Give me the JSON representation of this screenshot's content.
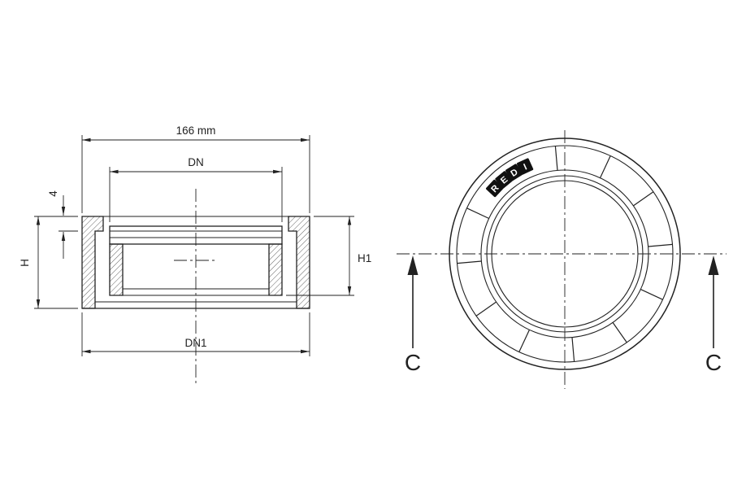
{
  "drawing": {
    "background": "#ffffff",
    "line_color": "#222222",
    "hatch_color": "#3a3a3a",
    "logo_bg": "#111111",
    "logo_text": "#ffffff"
  },
  "section_view": {
    "dimensions": {
      "overall_width": "166 mm",
      "inner_diameter": "DN",
      "flange_thickness": "4",
      "overall_height": "H",
      "inner_height": "H1",
      "outer_diameter": "DN1"
    }
  },
  "top_view": {
    "logo_letters": [
      "R",
      "E",
      "D",
      "I"
    ],
    "section_cut": {
      "label_left": "C",
      "label_right": "C"
    }
  }
}
